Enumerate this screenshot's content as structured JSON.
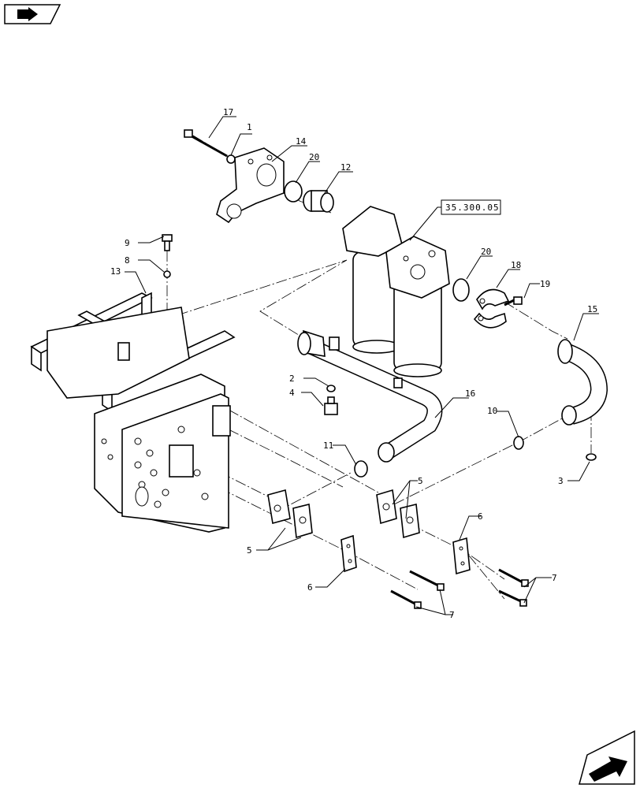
{
  "nav": {
    "back_icon": "back-arrow-icon",
    "next_icon": "next-page-icon"
  },
  "reference": {
    "label": "35.300.05"
  },
  "callouts": [
    {
      "id": "c17",
      "text": "17"
    },
    {
      "id": "c1",
      "text": "1"
    },
    {
      "id": "c14",
      "text": "14"
    },
    {
      "id": "c20a",
      "text": "20"
    },
    {
      "id": "c12",
      "text": "12"
    },
    {
      "id": "c9",
      "text": "9"
    },
    {
      "id": "c8",
      "text": "8"
    },
    {
      "id": "c13",
      "text": "13"
    },
    {
      "id": "c20b",
      "text": "20"
    },
    {
      "id": "c18",
      "text": "18"
    },
    {
      "id": "c19",
      "text": "19"
    },
    {
      "id": "c15",
      "text": "15"
    },
    {
      "id": "c2",
      "text": "2"
    },
    {
      "id": "c4",
      "text": "4"
    },
    {
      "id": "c16",
      "text": "16"
    },
    {
      "id": "c10",
      "text": "10"
    },
    {
      "id": "c11",
      "text": "11"
    },
    {
      "id": "c3",
      "text": "3"
    },
    {
      "id": "c5a",
      "text": "5"
    },
    {
      "id": "c5b",
      "text": "5"
    },
    {
      "id": "c6a",
      "text": "6"
    },
    {
      "id": "c6b",
      "text": "6"
    },
    {
      "id": "c7a",
      "text": "7"
    },
    {
      "id": "c7b",
      "text": "7"
    }
  ]
}
